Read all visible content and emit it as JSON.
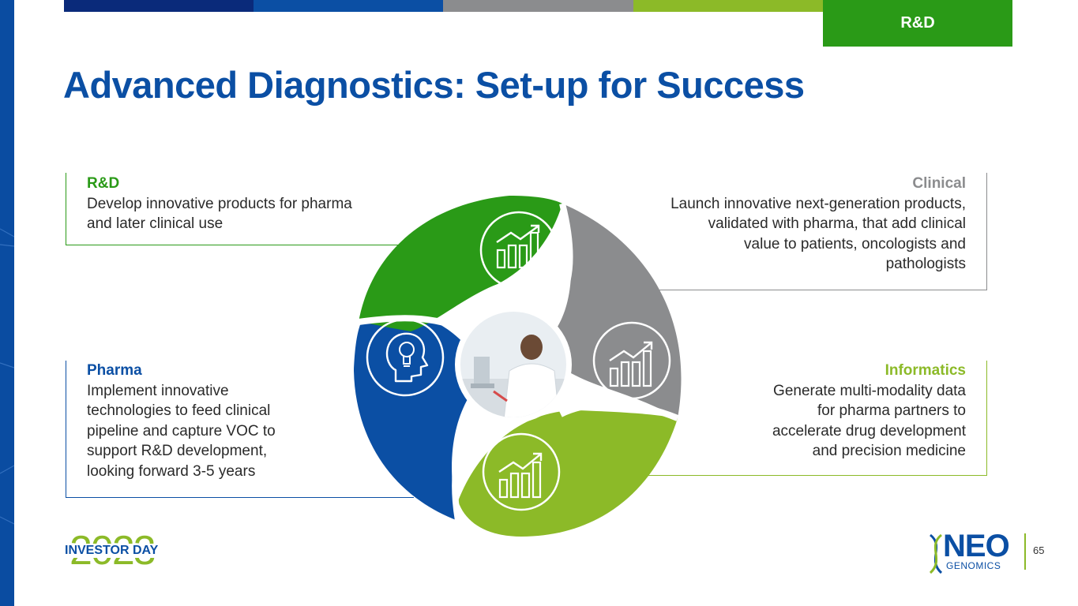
{
  "header": {
    "section_tab": "R&D",
    "title": "Advanced Diagnostics: Set-up for Success"
  },
  "colors": {
    "navy": "#0a2a7a",
    "blue": "#0b4fa4",
    "green": "#2a9a17",
    "gray": "#8b8c8e",
    "lime": "#8cba28"
  },
  "panels": {
    "rd": {
      "heading": "R&D",
      "lines": [
        "Develop innovative products for pharma",
        "and later clinical use"
      ]
    },
    "clinical": {
      "heading": "Clinical",
      "lines": [
        "Launch innovative next-generation products,",
        "validated with pharma, that add clinical",
        "value to patients, oncologists and",
        "pathologists"
      ]
    },
    "pharma": {
      "heading": "Pharma",
      "lines": [
        "Implement innovative",
        "technologies to feed clinical",
        "pipeline and capture VOC to",
        "support R&D development,",
        "looking forward 3-5 years"
      ]
    },
    "informatics": {
      "heading": "Informatics",
      "lines": [
        "Generate multi-modality data",
        "for pharma partners to",
        "accelerate drug development",
        "and precision medicine"
      ]
    }
  },
  "cycle_icons": {
    "green_segment": "growth-chart-icon",
    "gray_segment": "growth-chart-icon",
    "lime_segment": "growth-chart-icon",
    "blue_segment": "head-lightbulb-icon",
    "center": "scientist-photo"
  },
  "footer": {
    "event_text": "INVESTOR DAY",
    "event_year": "2023",
    "brand_name": "NEO",
    "brand_sub": "GENOMICS",
    "page_number": "65"
  }
}
